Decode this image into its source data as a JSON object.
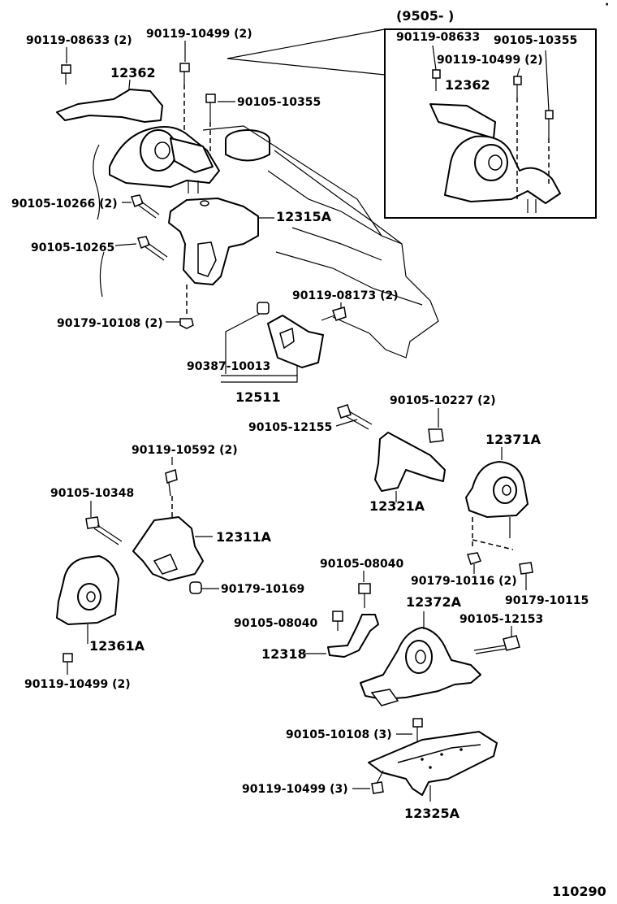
{
  "inset": {
    "heading": "(9505-        )",
    "labels": [
      "90119-08633",
      "90105-10355",
      "90119-10499 (2)",
      "12362"
    ]
  },
  "labels": [
    "90119-08633 (2)",
    "90119-10499 (2)",
    "12362",
    "90105-10355",
    "90105-10266 (2)",
    "12315A",
    "90105-10265",
    "90119-08173 (2)",
    "90179-10108 (2)",
    "90387-10013",
    "12511",
    "90105-10227 (2)",
    "90105-12155",
    "12371A",
    "12321A",
    "90119-10592 (2)",
    "90105-10348",
    "12311A",
    "90179-10169",
    "12361A",
    "90119-10499 (2)",
    "90105-08040",
    "90179-10116 (2)",
    "90179-10115",
    "12372A",
    "90105-08040",
    "90105-12153",
    "12318",
    "90105-10108 (3)",
    "90119-10499 (3)",
    "12325A"
  ],
  "footer_code": "110290",
  "corner_mark": "·"
}
